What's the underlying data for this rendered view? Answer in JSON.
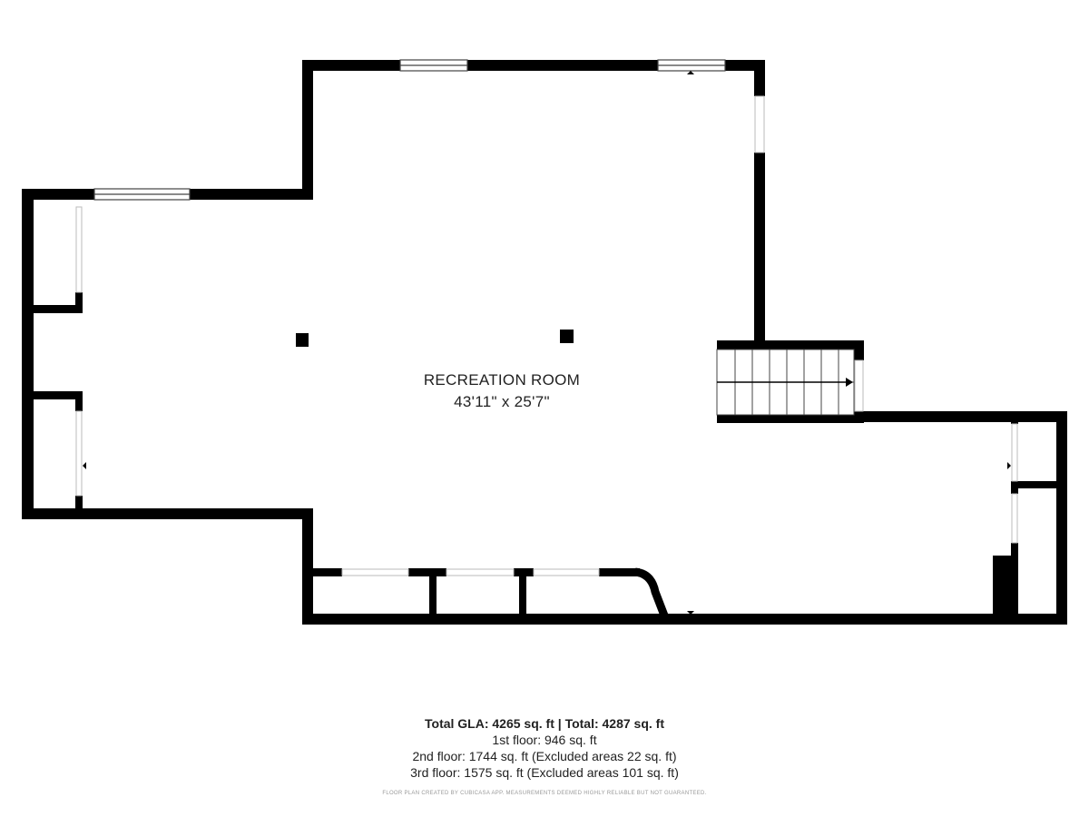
{
  "room": {
    "name": "RECREATION ROOM",
    "dimensions": "43'11\" x 25'7\""
  },
  "summary": {
    "totals_line": "Total GLA: 4265 sq. ft | Total: 4287 sq. ft",
    "floor_lines": [
      "1st floor: 946 sq. ft",
      "2nd floor: 1744 sq. ft (Excluded areas 22 sq. ft)",
      "3rd floor: 1575 sq. ft (Excluded areas 101 sq. ft)"
    ]
  },
  "disclaimer": "FLOOR PLAN CREATED BY CUBICASA APP. MEASUREMENTS DEEMED HIGHLY RELIABLE BUT NOT GUARANTEED.",
  "colors": {
    "wall": "#000000",
    "window_frame": "#444444",
    "background": "#ffffff"
  }
}
